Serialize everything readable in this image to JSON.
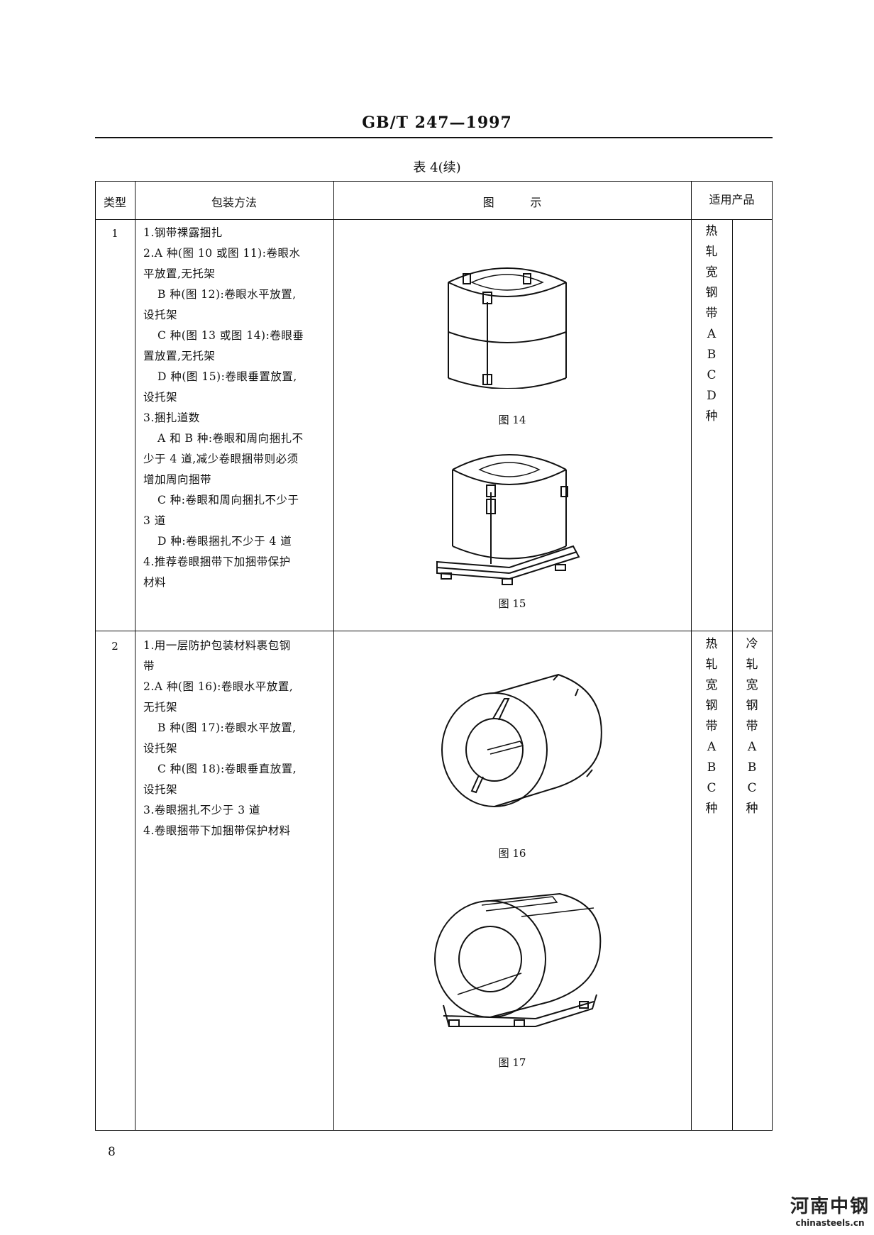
{
  "header": {
    "standard": "GB/T 247—1997"
  },
  "table_caption": "表 4(续)",
  "columns": {
    "type": "类型",
    "method": "包装方法",
    "figure": "图          示",
    "product": "适用产品"
  },
  "rows": [
    {
      "type": "1",
      "method_lines": [
        "1.钢带裸露捆扎",
        "2.A 种(图 10 或图 11):卷眼水",
        "平放置,无托架",
        "B 种(图 12):卷眼水平放置,",
        "设托架",
        "C 种(图 13 或图 14):卷眼垂",
        "置放置,无托架",
        "D 种(图 15):卷眼垂置放置,",
        "设托架",
        "3.捆扎道数",
        "A 和 B 种:卷眼和周向捆扎不",
        "少于 4 道,减少卷眼捆带则必须",
        "增加周向捆带",
        "C 种:卷眼和周向捆扎不少于",
        "3 道",
        "D 种:卷眼捆扎不少于 4 道",
        "4.推荐卷眼捆带下加捆带保护",
        "材料"
      ],
      "figures": [
        "图 14",
        "图 15"
      ],
      "product_hot": [
        "热",
        "轧",
        "宽",
        "钢",
        "带",
        "A",
        "B",
        "C",
        "D",
        "种"
      ]
    },
    {
      "type": "2",
      "method_lines": [
        "1.用一层防护包装材料裹包钢",
        "带",
        "2.A 种(图 16):卷眼水平放置,",
        "无托架",
        "B 种(图 17):卷眼水平放置,",
        "设托架",
        "C 种(图 18):卷眼垂直放置,",
        "设托架",
        "3.卷眼捆扎不少于 3 道",
        "4.卷眼捆带下加捆带保护材料"
      ],
      "figures": [
        "图 16",
        "图 17"
      ],
      "product_hot": [
        "热",
        "轧",
        "宽",
        "钢",
        "带",
        "A",
        "B",
        "C",
        "种"
      ],
      "product_cold": [
        "冷",
        "轧",
        "宽",
        "钢",
        "带",
        "A",
        "B",
        "C",
        "种"
      ]
    }
  ],
  "page_number": "8",
  "watermark": {
    "cn": "河南中钢",
    "en": "chinasteels.cn"
  }
}
